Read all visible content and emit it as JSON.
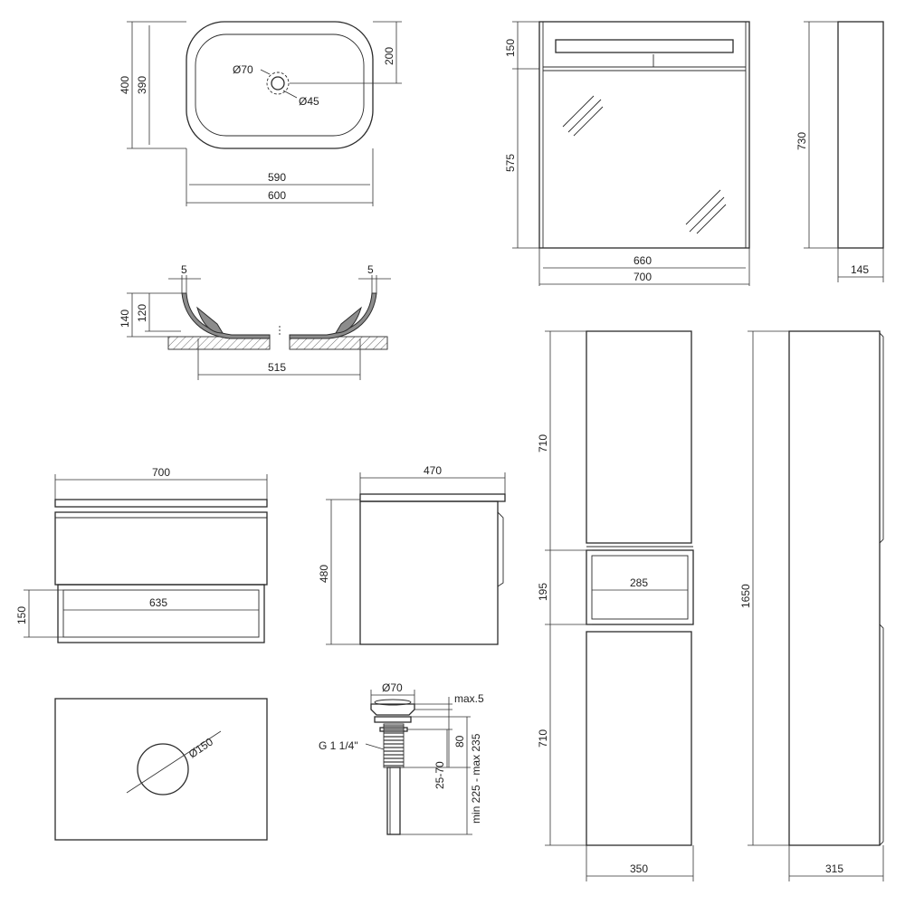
{
  "basin_top": {
    "d_outlet": "Ø70",
    "d_drain": "Ø45",
    "h_total": "400",
    "h_inner": "390",
    "h_center": "200",
    "w_inner": "590",
    "w_total": "600"
  },
  "basin_section": {
    "rim_left": "5",
    "rim_right": "5",
    "h_outer": "140",
    "h_inner": "120",
    "w_base": "515"
  },
  "mirror": {
    "h_light": "150",
    "h_glass": "575",
    "w_inner": "660",
    "w_total": "700",
    "h_side": "730",
    "depth": "145"
  },
  "cabinet_front": {
    "w_total": "700",
    "h_shelf": "150",
    "w_shelf": "635"
  },
  "cabinet_side": {
    "depth": "470",
    "height": "480"
  },
  "countertop": {
    "d_hole": "Ø150"
  },
  "drain": {
    "d_cap": "Ø70",
    "max_gap": "max.5",
    "thread": "G 1 1/4\"",
    "thread_len": "80",
    "adjust": "25-70",
    "total": "min 225 - max 235"
  },
  "tall_front": {
    "h_upper": "710",
    "h_niche": "195",
    "w_niche": "285",
    "h_lower": "710",
    "width": "350"
  },
  "tall_side": {
    "height": "1650",
    "depth": "315"
  }
}
